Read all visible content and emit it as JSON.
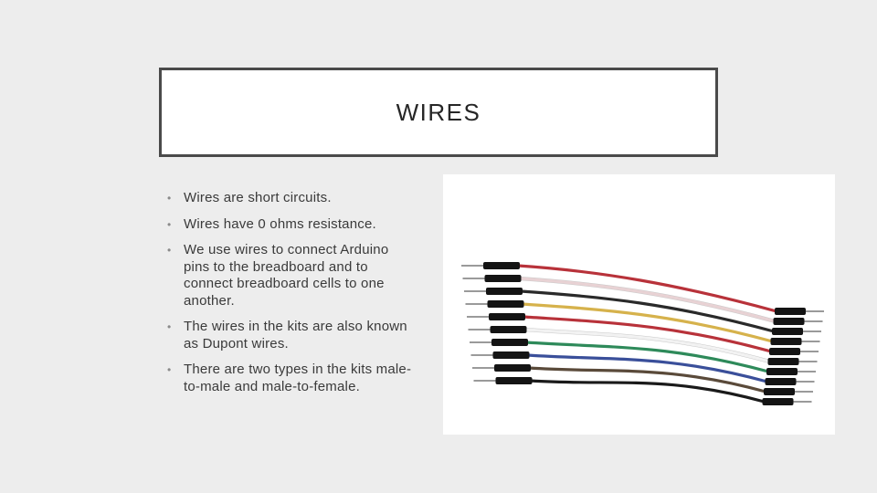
{
  "slide": {
    "title": "WIRES",
    "bullets": [
      "Wires are short circuits.",
      "Wires have 0 ohms resistance.",
      "We use wires to connect Arduino pins to the breadboard and to connect breadboard cells to one another.",
      "The wires in the kits are also known as Dupont wires.",
      "There are two types in the kits male-to-male and male-to-female."
    ],
    "bullet_symbol": "•"
  },
  "colors": {
    "background": "#ededed",
    "title_border": "#4a4a4a",
    "wire_colors": [
      "#b8323a",
      "#e8d2d4",
      "#2a2a2a",
      "#d6b24c",
      "#b8323a",
      "#f2f2f2",
      "#2e8a5a",
      "#3a4f9a",
      "#5a4a3a",
      "#1a1a1a"
    ]
  },
  "image": {
    "subject": "jumper-wires-photo"
  }
}
